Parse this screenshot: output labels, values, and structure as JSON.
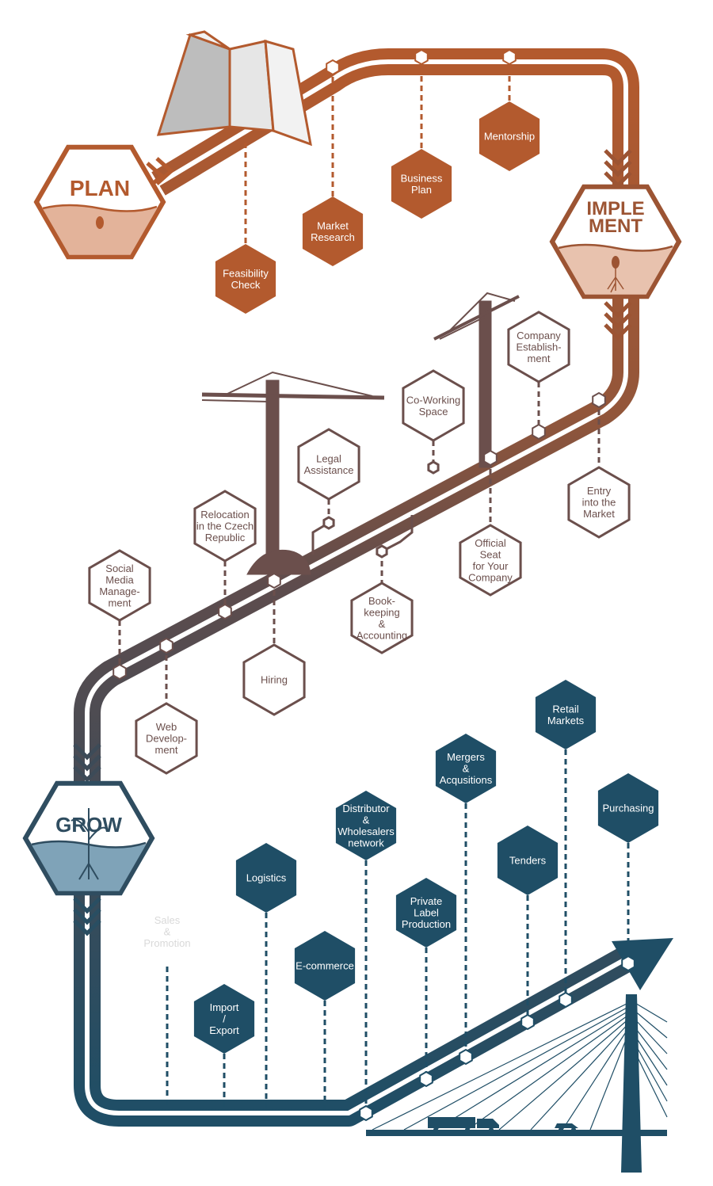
{
  "colors": {
    "plan": "#b35a2e",
    "plan_fill": "#e3b39a",
    "build": "#6b4f4c",
    "grow": "#1f4e66",
    "grow_fill": "#7fa9bf"
  },
  "stages": {
    "plan": "PLAN",
    "implement_1": "IMPLE",
    "implement_2": "MENT",
    "grow": "GROW"
  },
  "plan_items": [
    [
      "Feasibility",
      "Check"
    ],
    [
      "Market",
      "Research"
    ],
    [
      "Business",
      "Plan"
    ],
    [
      "Mentorship"
    ]
  ],
  "implement_items": [
    [
      "Entry",
      "into the",
      "Market"
    ],
    [
      "Company",
      "Establish-",
      "ment"
    ],
    [
      "Official",
      "Seat",
      "for Your",
      "Company"
    ],
    [
      "Co-Working",
      "Space"
    ],
    [
      "Book-",
      "keeping",
      "&",
      "Accounting"
    ],
    [
      "Legal",
      "Assistance"
    ],
    [
      "Relocation",
      "in the Czech",
      "Republic"
    ],
    [
      "Hiring"
    ],
    [
      "Social",
      "Media",
      "Manage-",
      "ment"
    ],
    [
      "Web",
      "Develop-",
      "ment"
    ]
  ],
  "grow_items": [
    [
      "Sales",
      "&",
      "Promotion"
    ],
    [
      "Import",
      "/",
      "Export"
    ],
    [
      "Logistics"
    ],
    [
      "E-commerce"
    ],
    [
      "Distributor",
      "&",
      "Wholesalers",
      "network"
    ],
    [
      "Private",
      "Label",
      "Production"
    ],
    [
      "Mergers",
      "&",
      "Acqusitions"
    ],
    [
      "Tenders"
    ],
    [
      "Retail",
      "Markets"
    ],
    [
      "Purchasing"
    ]
  ]
}
